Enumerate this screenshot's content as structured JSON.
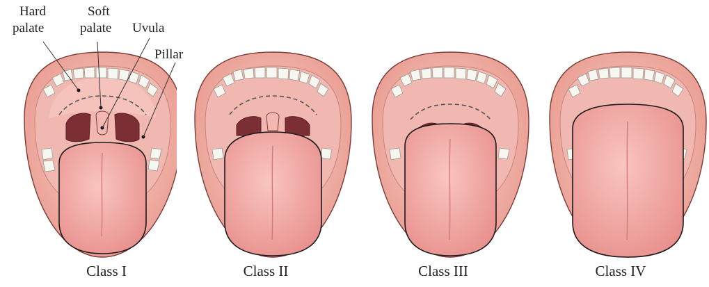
{
  "labels": {
    "hard_palate_line1": "Hard",
    "hard_palate_line2": "palate",
    "soft_palate_line1": "Soft",
    "soft_palate_line2": "palate",
    "uvula": "Uvula",
    "pillar": "Pillar"
  },
  "classes": [
    "Class I",
    "Class II",
    "Class III",
    "Class IV"
  ],
  "colors": {
    "lip": "#e99a8f",
    "tongue": "#e88f8c",
    "throat": "#7b2e34",
    "teeth": "#f7f7f2"
  }
}
